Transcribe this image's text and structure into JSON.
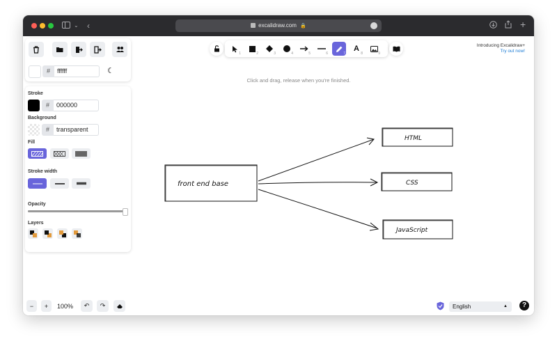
{
  "browser": {
    "url": "excalidraw.com"
  },
  "toolbar": {
    "tool_numbers": [
      "1",
      "2",
      "3",
      "4",
      "5",
      "6",
      "7",
      "8",
      "9"
    ],
    "hint": "Click and drag, release when you're finished."
  },
  "promo": {
    "line1": "Introducing Excalidraw+",
    "line2": "Try out now!"
  },
  "sidebar": {
    "canvas_bg_value": "ffffff",
    "stroke_label": "Stroke",
    "stroke_value": "000000",
    "background_label": "Background",
    "background_value": "transparent",
    "fill_label": "Fill",
    "stroke_width_label": "Stroke width",
    "opacity_label": "Opacity",
    "opacity": 1.0,
    "layers_label": "Layers"
  },
  "bottom": {
    "zoom": "100%",
    "language": "English"
  },
  "drawing": {
    "source": "front end base",
    "targets": [
      "HTML",
      "CSS",
      "JavaScript"
    ]
  },
  "colors": {
    "accent": "#6965db",
    "titlebar": "#2b2b2e",
    "link": "#1a7bd4"
  }
}
